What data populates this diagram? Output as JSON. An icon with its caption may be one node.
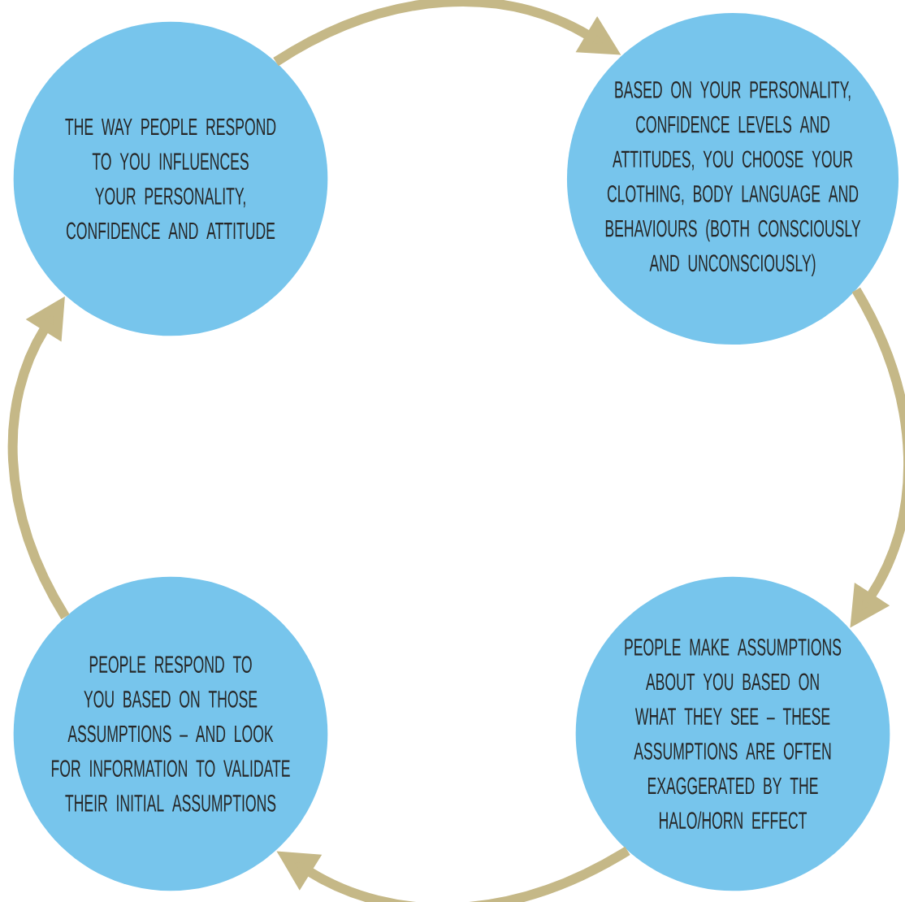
{
  "diagram": {
    "nodes": [
      {
        "text": [
          "THE WAY PEOPLE RESPOND TO YOU INFLUENCES YOUR PERSONALITY, CONFIDENCE AND ATTITUDE"
        ]
      },
      {
        "text": [
          "BASED ON YOUR PERSONALITY, CONFIDENCE LEVELS AND ATTITUDES, YOU CHOOSE YOUR CLOTHING, BODY LANGUAGE AND BEHAVIOURS (BOTH CONSCIOUSLY AND UNCONSCIOUSLY)"
        ]
      },
      {
        "text": [
          "PEOPLE MAKE ASSUMPTIONS ABOUT YOU BASED ON WHAT THEY SEE – THESE ASSUMPTIONS ARE OFTEN EXAGGERATED BY THE HALO/HORN EFFECT"
        ]
      },
      {
        "text": [
          "PEOPLE RESPOND TO YOU BASED ON THOSE ASSUMPTIONS – AND LOOK FOR INFORMATION TO VALIDATE THEIR INITIAL ASSUMPTIONS"
        ]
      }
    ],
    "edges": [
      {
        "from": 0,
        "to": 1,
        "arrow": "to"
      },
      {
        "from": 1,
        "to": 2,
        "arrow": "to"
      },
      {
        "from": 2,
        "to": 3,
        "arrow": "to"
      },
      {
        "from": 3,
        "to": 0,
        "arrow": "to"
      }
    ]
  }
}
